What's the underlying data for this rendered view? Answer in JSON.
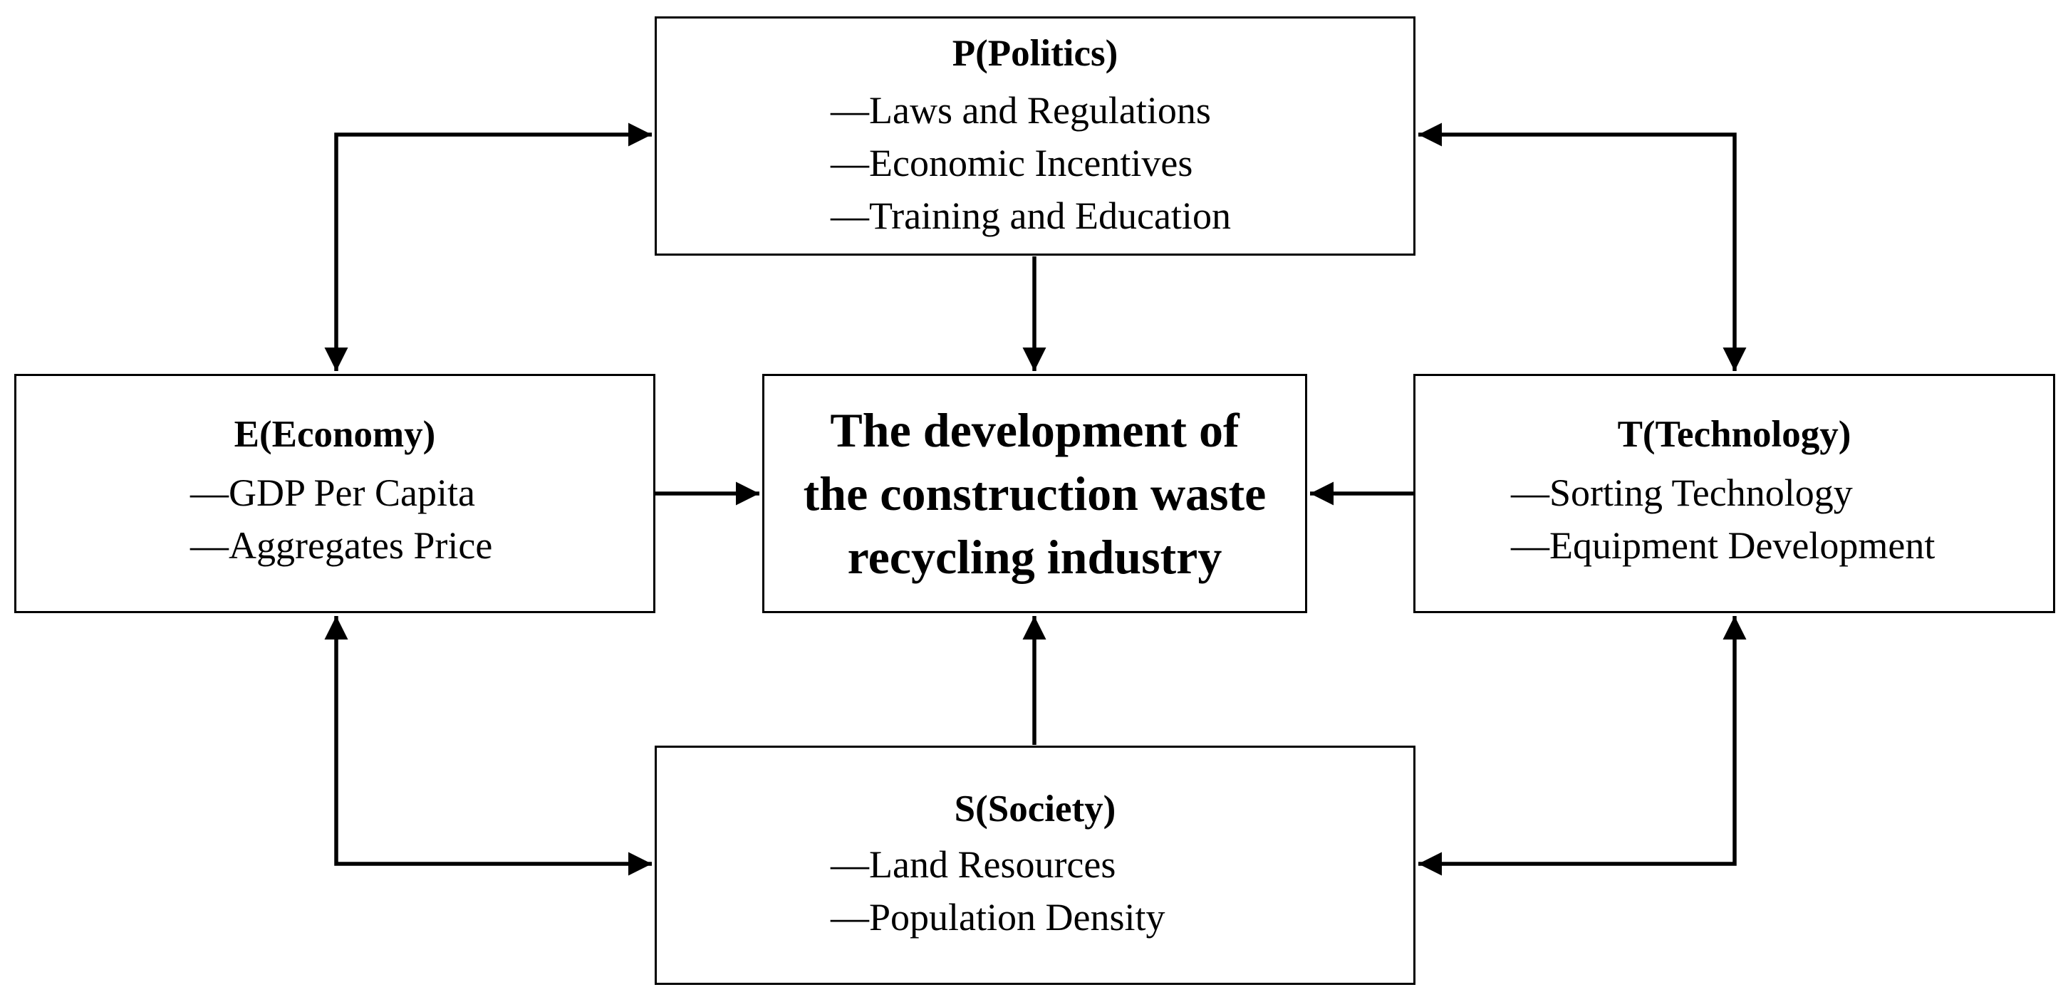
{
  "diagram": {
    "center": {
      "lines": [
        "The development of",
        "the construction waste",
        "recycling industry"
      ]
    },
    "politics": {
      "title": "P(Politics)",
      "items": [
        "—Laws and Regulations",
        "—Economic Incentives",
        "—Training and Education"
      ]
    },
    "economy": {
      "title": "E(Economy)",
      "items": [
        "—GDP Per Capita",
        "—Aggregates Price"
      ]
    },
    "technology": {
      "title": "T(Technology)",
      "items": [
        "—Sorting Technology",
        "—Equipment Development"
      ]
    },
    "society": {
      "title": "S(Society)",
      "items": [
        "—Land Resources",
        "—Population Density"
      ]
    },
    "connections": [
      {
        "from": "politics",
        "to": "center",
        "type": "one-way"
      },
      {
        "from": "economy",
        "to": "center",
        "type": "one-way"
      },
      {
        "from": "technology",
        "to": "center",
        "type": "one-way"
      },
      {
        "from": "society",
        "to": "center",
        "type": "one-way"
      },
      {
        "from": "economy",
        "to": "politics",
        "type": "two-way"
      },
      {
        "from": "technology",
        "to": "politics",
        "type": "two-way"
      },
      {
        "from": "economy",
        "to": "society",
        "type": "two-way"
      },
      {
        "from": "technology",
        "to": "society",
        "type": "two-way"
      }
    ],
    "line_color": "#000000"
  }
}
